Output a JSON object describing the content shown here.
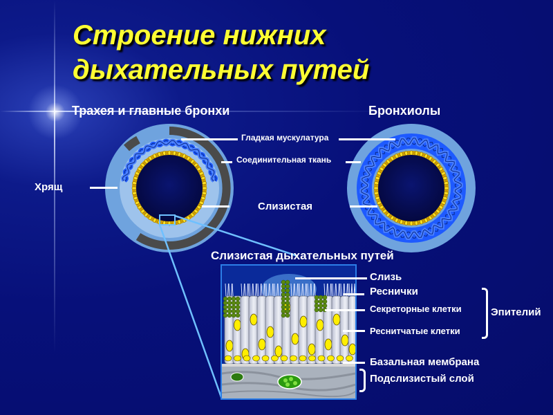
{
  "title": {
    "line1": "Строение нижних",
    "line2": "дыхательных путей"
  },
  "columns": {
    "left": "Трахея и главные бронхи",
    "right": "Бронхиолы"
  },
  "labels": {
    "smooth_muscle": "Гладкая мускулатура",
    "connective_tissue": "Соединительная ткань",
    "cartilage": "Хрящ",
    "mucosa": "Слизистая"
  },
  "detail": {
    "title": "Слизистая дыхательных путей",
    "mucus": "Слизь",
    "cilia": "Реснички",
    "secretory_cells": "Секреторные клетки",
    "ciliated_cells": "Реснитчатые клетки",
    "epithelium": "Эпителий",
    "basal_membrane": "Базальная мембрана",
    "submucosa": "Подслизистый слой"
  },
  "colors": {
    "background": "#07107a",
    "title": "#ffff33",
    "outer_ring": "#7aaae0",
    "cartilage": "#555555",
    "lumen": "#050a50",
    "muscle": "#1e5aff",
    "epithelial_nuclei": "#f0d000",
    "goblet_cells": "#5a8a10",
    "cell_body": "#d8dce8"
  }
}
